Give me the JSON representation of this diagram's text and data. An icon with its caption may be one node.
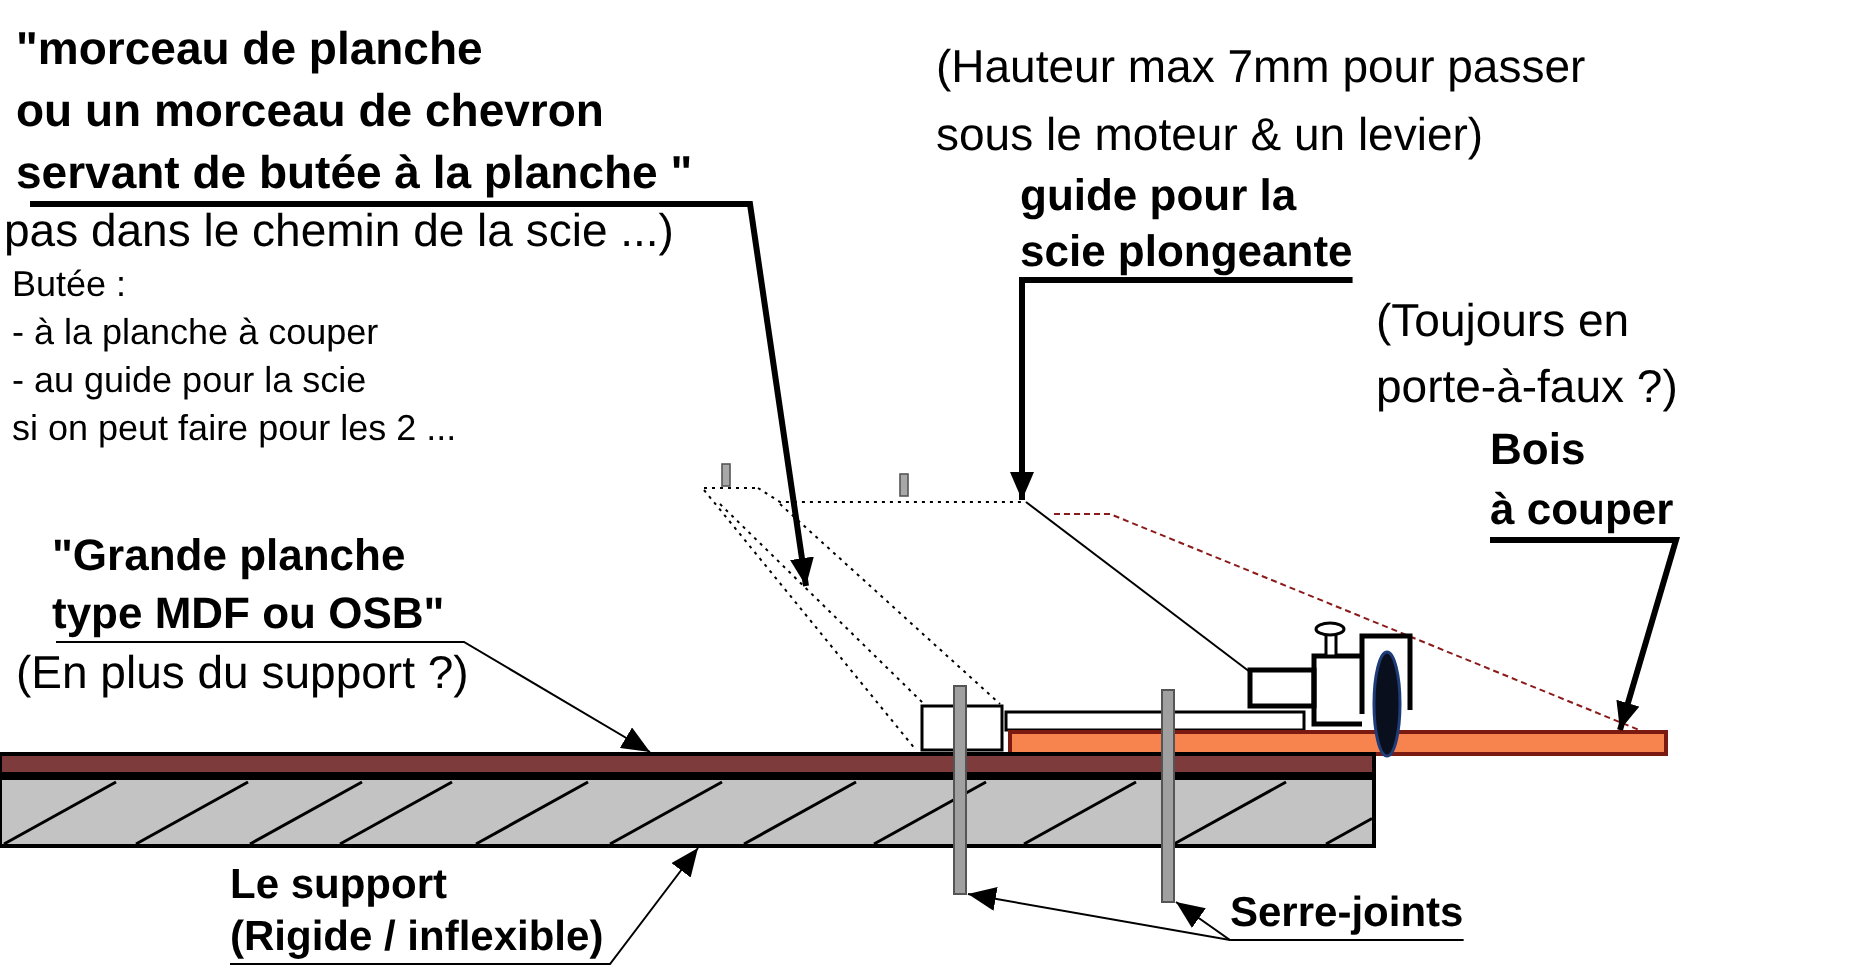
{
  "diagram": {
    "nodes": [
      {
        "text": [
          "\"morceau de planche ou un morceau de chevron servant de butée à la planche \""
        ]
      },
      {
        "text": [
          "guide pour la scie plongeante"
        ]
      },
      {
        "text": [
          "Bois à couper"
        ]
      },
      {
        "text": [
          "\"Grande planche type MDF ou OSB\""
        ]
      },
      {
        "text": [
          "Le support (Rigide / inflexible)"
        ]
      },
      {
        "text": [
          "Serre-joints"
        ]
      },
      {
        "text": [],
        "shape": "bar"
      },
      {
        "text": [],
        "shape": "bar"
      },
      {
        "text": [],
        "shape": "bar"
      },
      {
        "text": [],
        "shape": "bar"
      },
      {
        "text": [],
        "shape": "bar"
      },
      {
        "text": [],
        "shape": "bar"
      },
      {
        "text": [],
        "shape": "bar"
      }
    ],
    "edges": [
      {
        "from": 0,
        "to": 6,
        "arrow": "to",
        "style": "thick"
      },
      {
        "from": 1,
        "to": 7,
        "arrow": "to",
        "style": "thick"
      },
      {
        "from": 2,
        "to": 8,
        "arrow": "to",
        "style": "thick"
      },
      {
        "from": 3,
        "to": 9,
        "arrow": "to"
      },
      {
        "from": 4,
        "to": 10,
        "arrow": "to"
      },
      {
        "from": 5,
        "to": 11,
        "arrow": "to"
      },
      {
        "from": 5,
        "to": 12,
        "arrow": "to"
      }
    ],
    "labels": [
      "(Hauteur max 7mm pour passer sous le moteur & un levier)",
      "pas dans le chemin de la scie ...)",
      "Butée :",
      "- à la planche à couper",
      "- au guide pour la scie",
      "si on peut faire pour les 2 ...",
      "(Toujours en porte-à-faux ?)",
      "(En plus du support ?)"
    ]
  }
}
